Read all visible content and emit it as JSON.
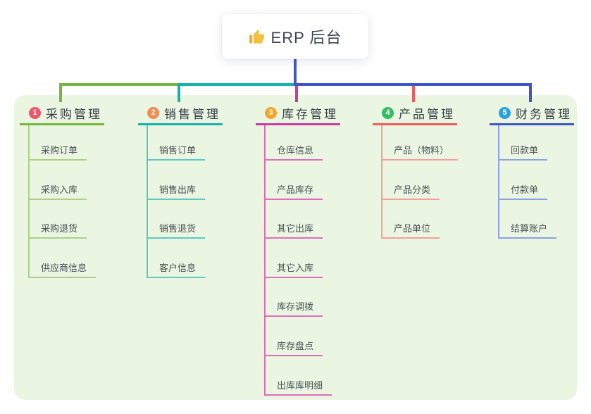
{
  "root": {
    "label": "ERP 后台",
    "icon": "thumbs-up-icon",
    "icon_color": "#f2c13d",
    "icon_cuff_color": "#edb024"
  },
  "colors": {
    "panel_background": "#eaf6e2",
    "root_connector": "#4355cd"
  },
  "branches": [
    {
      "index": "1",
      "label": "采购管理",
      "badge_color": "#ee5566",
      "line_color": "#76b83f",
      "child_line_color": "#a9d287",
      "children": [
        "采购订单",
        "采购入库",
        "采购退货",
        "供应商信息"
      ]
    },
    {
      "index": "2",
      "label": "销售管理",
      "badge_color": "#f98a4d",
      "line_color": "#16b3ac",
      "child_line_color": "#5fc8c3",
      "children": [
        "销售订单",
        "销售出库",
        "销售退货",
        "客户信息"
      ]
    },
    {
      "index": "3",
      "label": "库存管理",
      "badge_color": "#f6a42d",
      "line_color": "#cc3aa3",
      "child_line_color": "#e16cba",
      "children": [
        "仓库信息",
        "产品库存",
        "其它出库",
        "其它入库",
        "库存调拨",
        "库存盘点",
        "出库库明细"
      ]
    },
    {
      "index": "4",
      "label": "产品管理",
      "badge_color": "#33bd64",
      "line_color": "#f25b5b",
      "child_line_color": "#f79d9d",
      "children": [
        "产品（物料）",
        "产品分类",
        "产品单位"
      ]
    },
    {
      "index": "5",
      "label": "财务管理",
      "badge_color": "#2ba0dc",
      "line_color": "#3d55cb",
      "child_line_color": "#8ba2e2",
      "children": [
        "回款单",
        "付款单",
        "结算账户"
      ]
    }
  ]
}
